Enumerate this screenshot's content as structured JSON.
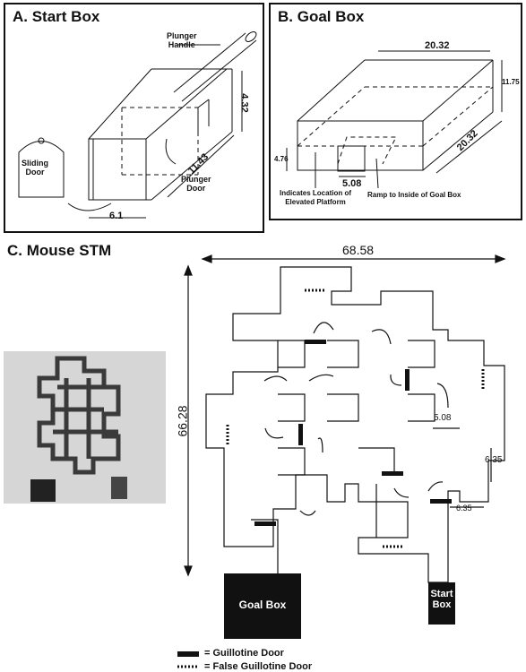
{
  "panel_a": {
    "title": "A. Start Box",
    "labels": {
      "plunger_handle": "Plunger\nHandle",
      "sliding_door": "Sliding\nDoor",
      "plunger_door": "Plunger\nDoor"
    },
    "dims": {
      "height": "4.32",
      "length": "11.43",
      "width": "6.1"
    }
  },
  "panel_b": {
    "title": "B. Goal Box",
    "dims": {
      "top": "20.32",
      "height": "11.75",
      "side": "20.32",
      "platform_height": "4.76",
      "ramp_width": "5.08"
    },
    "labels": {
      "platform": "Indicates Location of\nElevated Platform",
      "ramp": "Ramp to Inside of Goal Box"
    }
  },
  "panel_c": {
    "title": "C. Mouse STM",
    "dims": {
      "width": "68.58",
      "height": "66.28",
      "d1": "5.08",
      "d2": "6.35",
      "d3": "6.35"
    },
    "goal_box": "Goal Box",
    "start_box": "Start\nBox"
  },
  "legend": {
    "guillotine": "= Guillotine Door",
    "false_guillotine": "= False Guillotine Door"
  }
}
